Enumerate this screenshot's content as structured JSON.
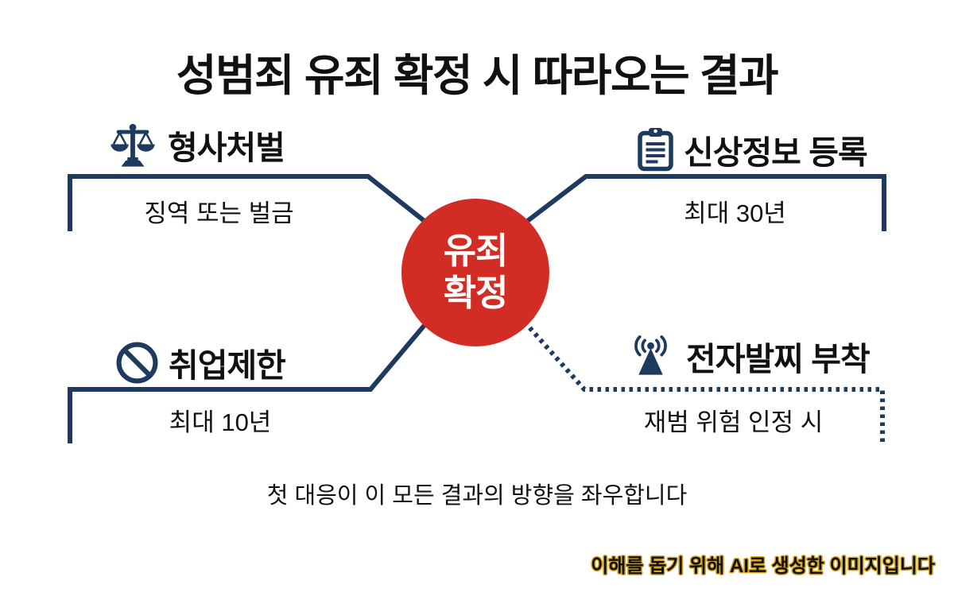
{
  "title": "성범죄 유죄 확정 시 따라오는 결과",
  "center": {
    "label_line1": "유죄",
    "label_line2": "확정"
  },
  "branches": [
    {
      "id": "criminal-punishment",
      "icon": "scales-icon",
      "heading": "형사처벌",
      "detail": "징역 또는 벌금",
      "line_style": "solid",
      "position": "top-left"
    },
    {
      "id": "personal-info-registration",
      "icon": "clipboard-icon",
      "heading": "신상정보 등록",
      "detail": "최대 30년",
      "line_style": "solid",
      "position": "top-right"
    },
    {
      "id": "employment-restriction",
      "icon": "prohibition-icon",
      "heading": "취업제한",
      "detail": "최대 10년",
      "line_style": "solid",
      "position": "bottom-left"
    },
    {
      "id": "electronic-anklet",
      "icon": "antenna-icon",
      "heading": "전자발찌 부착",
      "detail": "재범 위험 인정 시",
      "line_style": "dotted",
      "position": "bottom-right"
    }
  ],
  "footer_message": "첫 대응이 이 모든 결과의 방향을 좌우합니다",
  "ai_disclaimer": "이해를 돕기 위해 AI로 생성한 이미지입니다",
  "colors": {
    "accent_red": "#d22d24",
    "navy": "#1e3a5f",
    "gold_outline": "#d9a520",
    "text": "#111111",
    "background": "#ffffff"
  }
}
